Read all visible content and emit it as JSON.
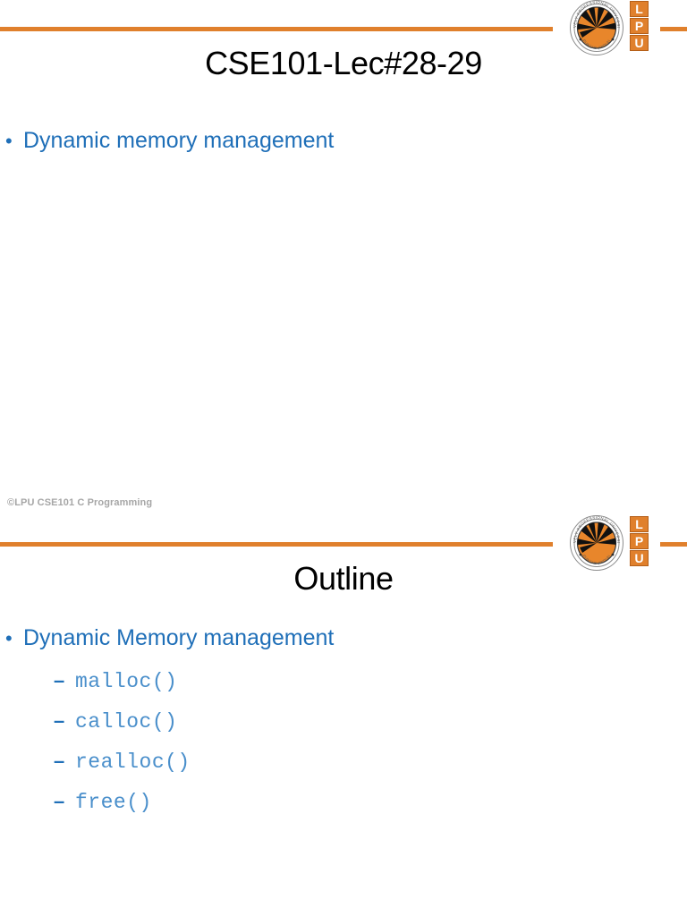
{
  "document": {
    "title": "CSE101-Lec#28-29",
    "background_color": "#FFFFFF"
  },
  "theme": {
    "accent_orange": "#E0802C",
    "heading_black": "#000000",
    "bullet_blue": "#1F6FB8",
    "code_blue": "#4A8FCB",
    "footer_gray": "#A6A6A6"
  },
  "logo": {
    "name": "lpu-logo",
    "ring_text_top": "LOVELY PROFESSIONAL UNIVERSITY",
    "ring_text_bottom": "PUNJAB (INDIA)",
    "letters": [
      "L",
      "P",
      "U"
    ]
  },
  "slides": [
    {
      "id": "slide-1",
      "title": "CSE101-Lec#28-29",
      "bullets": [
        {
          "level": 1,
          "marker": "•",
          "text": "Dynamic memory management"
        }
      ],
      "footer": "©LPU CSE101 C Programming"
    },
    {
      "id": "slide-2",
      "title": "Outline",
      "bullets": [
        {
          "level": 1,
          "marker": "•",
          "text": "Dynamic Memory management"
        }
      ],
      "sub_bullets": [
        {
          "level": 2,
          "marker": "–",
          "text": "malloc()"
        },
        {
          "level": 2,
          "marker": "–",
          "text": "calloc()"
        },
        {
          "level": 2,
          "marker": "–",
          "text": "realloc()"
        },
        {
          "level": 2,
          "marker": "–",
          "text": "free()"
        }
      ],
      "footer": ""
    }
  ]
}
